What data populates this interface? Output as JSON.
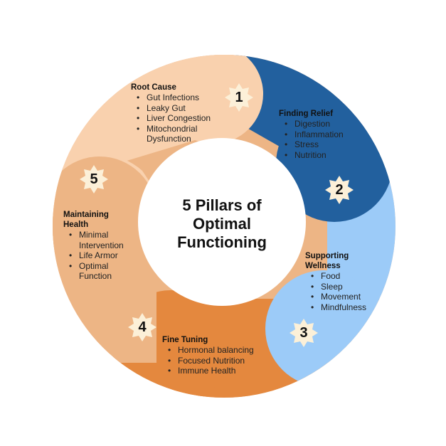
{
  "title": {
    "lines": [
      "5 Pillars of",
      "Optimal",
      "Functioning"
    ]
  },
  "colors": {
    "root_cause": "#F9D1AE",
    "finding_relief": "#22609E",
    "supporting_wellness": "#9CCBF8",
    "fine_tuning": "#E4883E",
    "maintaining_health": "#EDB585",
    "badge": "#FCF0D8",
    "center": "#FFFFFF"
  },
  "pillars": [
    {
      "number": "1",
      "heading": "Root Cause",
      "items": [
        "Gut Infections",
        "Leaky Gut",
        "Liver Congestion",
        "Mitochondrial Dysfunction"
      ]
    },
    {
      "number": "2",
      "heading": "Finding Relief",
      "items": [
        "Digestion",
        "Inflammation",
        "Stress",
        "Nutrition"
      ]
    },
    {
      "number": "3",
      "heading": "Supporting Wellness",
      "items": [
        "Food",
        "Sleep",
        "Movement",
        "Mindfulness"
      ]
    },
    {
      "number": "4",
      "heading": "Fine Tuning",
      "items": [
        "Hormonal balancing",
        "Focused Nutrition",
        "Immune Health"
      ]
    },
    {
      "number": "5",
      "heading": "Maintaining Health",
      "items": [
        "Minimal Intervention",
        "Life Armor",
        "Optimal Function"
      ]
    }
  ]
}
